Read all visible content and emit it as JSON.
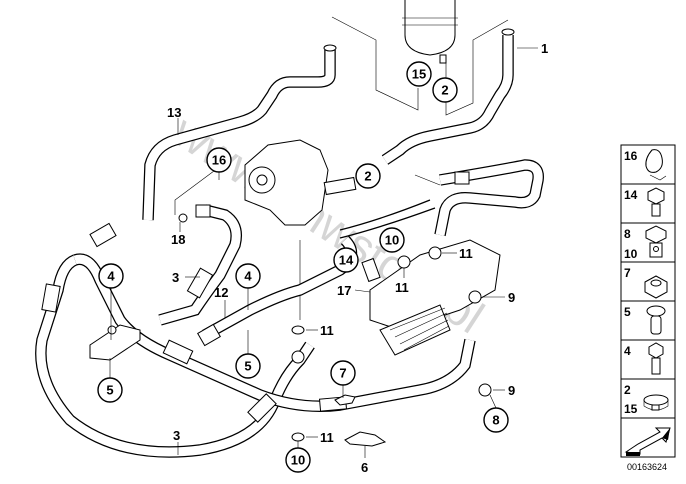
{
  "diagram": {
    "title": "Power steering hoses / lines parts diagram",
    "diagram_id": "00163624",
    "watermark": "www.bmwstore.pl",
    "colors": {
      "line": "#000000",
      "background": "#ffffff",
      "watermark": "#c8c8c8"
    },
    "circled_callouts": [
      {
        "id": "c15",
        "label": "15"
      },
      {
        "id": "c2a",
        "label": "2"
      },
      {
        "id": "c16",
        "label": "16"
      },
      {
        "id": "c2b",
        "label": "2"
      },
      {
        "id": "c10a",
        "label": "10"
      },
      {
        "id": "c14",
        "label": "14"
      },
      {
        "id": "c4a",
        "label": "4"
      },
      {
        "id": "c4b",
        "label": "4"
      },
      {
        "id": "c5a",
        "label": "5"
      },
      {
        "id": "c5b",
        "label": "5"
      },
      {
        "id": "c7",
        "label": "7"
      },
      {
        "id": "c8",
        "label": "8"
      },
      {
        "id": "c10b",
        "label": "10"
      }
    ],
    "plain_labels": [
      {
        "id": "l1",
        "label": "1"
      },
      {
        "id": "l13",
        "label": "13"
      },
      {
        "id": "l18",
        "label": "18"
      },
      {
        "id": "l3a",
        "label": "3"
      },
      {
        "id": "l12",
        "label": "12"
      },
      {
        "id": "l11a",
        "label": "11"
      },
      {
        "id": "l11b",
        "label": "11"
      },
      {
        "id": "l17",
        "label": "17"
      },
      {
        "id": "l9a",
        "label": "9"
      },
      {
        "id": "l11c",
        "label": "11"
      },
      {
        "id": "l9b",
        "label": "9"
      },
      {
        "id": "l3b",
        "label": "3"
      },
      {
        "id": "l11d",
        "label": "11"
      },
      {
        "id": "l6",
        "label": "6"
      }
    ],
    "legend": [
      {
        "labels": [
          "16"
        ],
        "icon": "hose-clip-icon"
      },
      {
        "labels": [
          "14"
        ],
        "icon": "hex-flange-bolt-icon"
      },
      {
        "labels": [
          "8",
          "10"
        ],
        "icon": "banjo-bolt-icon"
      },
      {
        "labels": [
          "7"
        ],
        "icon": "hex-flange-nut-icon"
      },
      {
        "labels": [
          "5"
        ],
        "icon": "rivet-bolt-icon"
      },
      {
        "labels": [
          "4"
        ],
        "icon": "hex-bolt-icon"
      },
      {
        "labels": [
          "2",
          "15"
        ],
        "icon": "hose-clamp-icon"
      },
      {
        "labels": [],
        "icon": "direction-arrow-icon"
      }
    ]
  }
}
